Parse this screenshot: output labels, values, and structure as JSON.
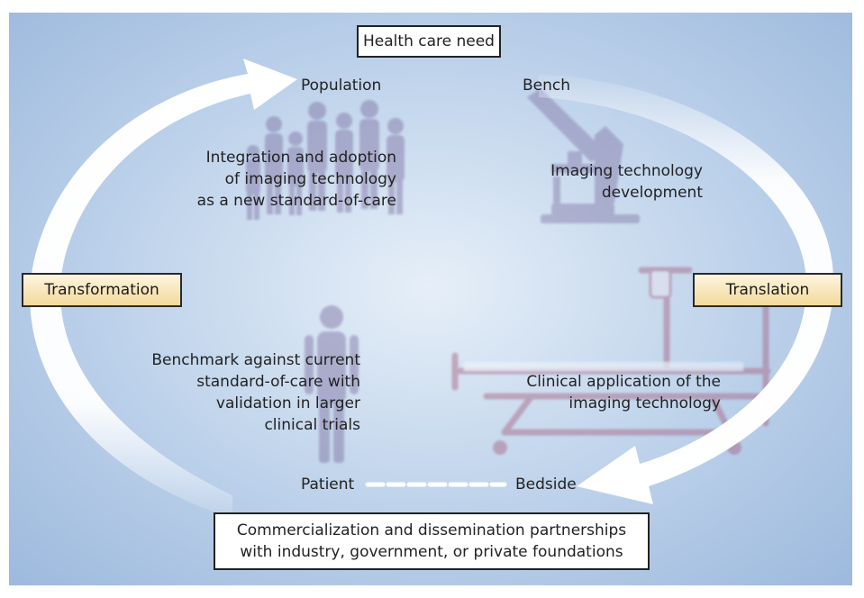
{
  "top_box": "Health care need",
  "bottom_box": {
    "line1": "Commercialization and dissemination partnerships",
    "line2": "with industry, government, or private foundations"
  },
  "stages": {
    "transformation": "Transformation",
    "translation": "Translation"
  },
  "points": {
    "population": "Population",
    "bench": "Bench",
    "patient": "Patient",
    "bedside": "Bedside"
  },
  "notes": {
    "integration": [
      "Integration and adoption",
      "of imaging technology",
      "as a new standard-of-care"
    ],
    "development": [
      "Imaging technology",
      "development"
    ],
    "benchmark": [
      "Benchmark against current",
      "standard-of-care with",
      "validation in larger",
      "clinical trials"
    ],
    "clinical": [
      "Clinical application of the",
      "imaging technology"
    ]
  },
  "colors": {
    "background_center": "#e6eff8",
    "background_edge": "#9db9dd",
    "silhouette": "#7b6ea0",
    "arrow": "#ffffff",
    "stage_box": "#f3d99a"
  }
}
